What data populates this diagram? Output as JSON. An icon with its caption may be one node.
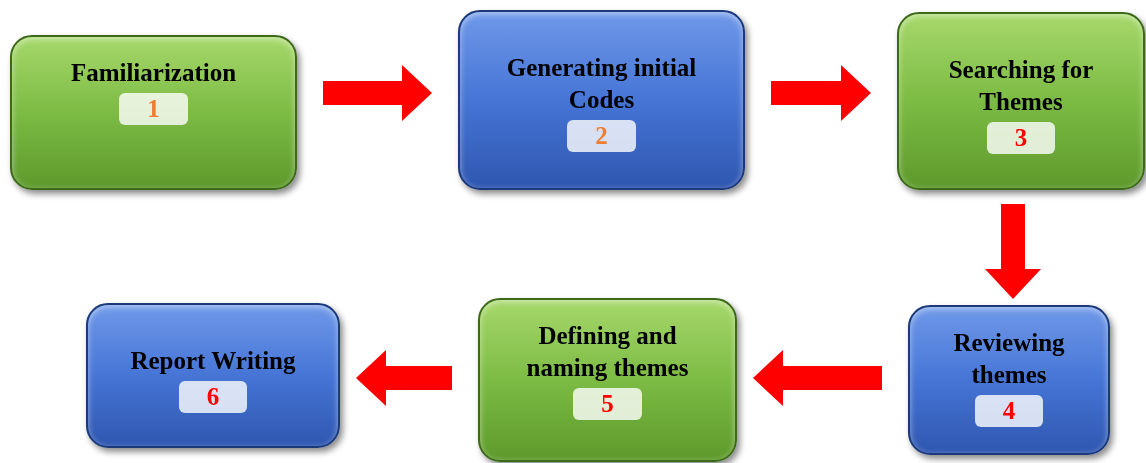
{
  "diagram": {
    "nodes": [
      {
        "text": [
          "Familiarization",
          "1"
        ]
      },
      {
        "text": [
          "Generating initial Codes",
          "2"
        ]
      },
      {
        "text": [
          "Searching for Themes",
          "3"
        ]
      },
      {
        "text": [
          "Reviewing themes",
          "4"
        ]
      },
      {
        "text": [
          "Defining and naming themes",
          "5"
        ]
      },
      {
        "text": [
          "Report Writing",
          "6"
        ]
      }
    ],
    "edges": [
      {
        "from": 0,
        "to": 1,
        "arrow": "to"
      },
      {
        "from": 1,
        "to": 2,
        "arrow": "to"
      },
      {
        "from": 2,
        "to": 3,
        "arrow": "to"
      },
      {
        "from": 3,
        "to": 4,
        "arrow": "to"
      },
      {
        "from": 4,
        "to": 5,
        "arrow": "to"
      }
    ]
  }
}
